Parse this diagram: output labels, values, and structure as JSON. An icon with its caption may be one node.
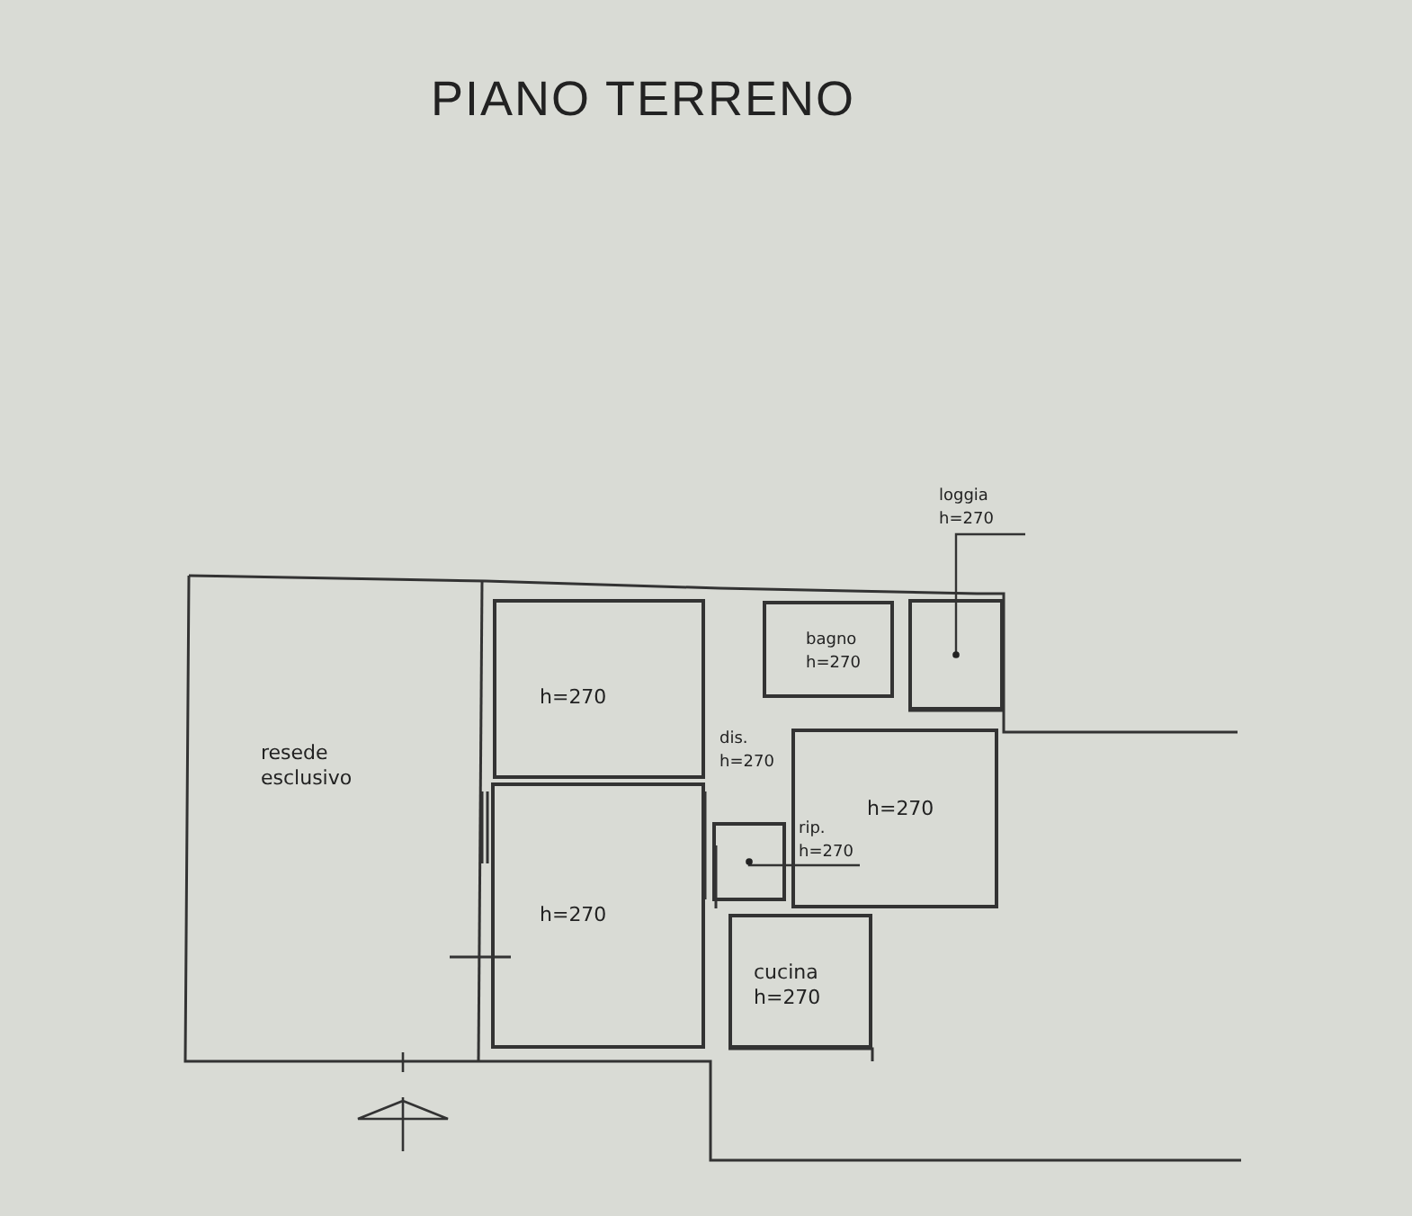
{
  "diagram": {
    "title": "PIANO TERRENO",
    "nodes": [
      {
        "text": [
          "resede esclusivo"
        ]
      },
      {
        "text": [
          "h=270"
        ]
      },
      {
        "text": [
          "h=270"
        ]
      },
      {
        "text": [
          "dis. h=270"
        ]
      },
      {
        "text": [
          "bagno h=270"
        ]
      },
      {
        "text": [
          "loggia h=270"
        ]
      },
      {
        "text": [],
        "shape": "box"
      },
      {
        "text": [
          "h=270"
        ]
      },
      {
        "text": [
          "rip. h=270"
        ],
        "in": 7
      },
      {
        "text": [],
        "shape": "box"
      },
      {
        "text": [
          "cucina h=270"
        ]
      }
    ],
    "edges": [
      {
        "from": 5,
        "to": 6,
        "arrow": "other"
      },
      {
        "from": 8,
        "to": 9,
        "arrow": "other"
      }
    ]
  }
}
